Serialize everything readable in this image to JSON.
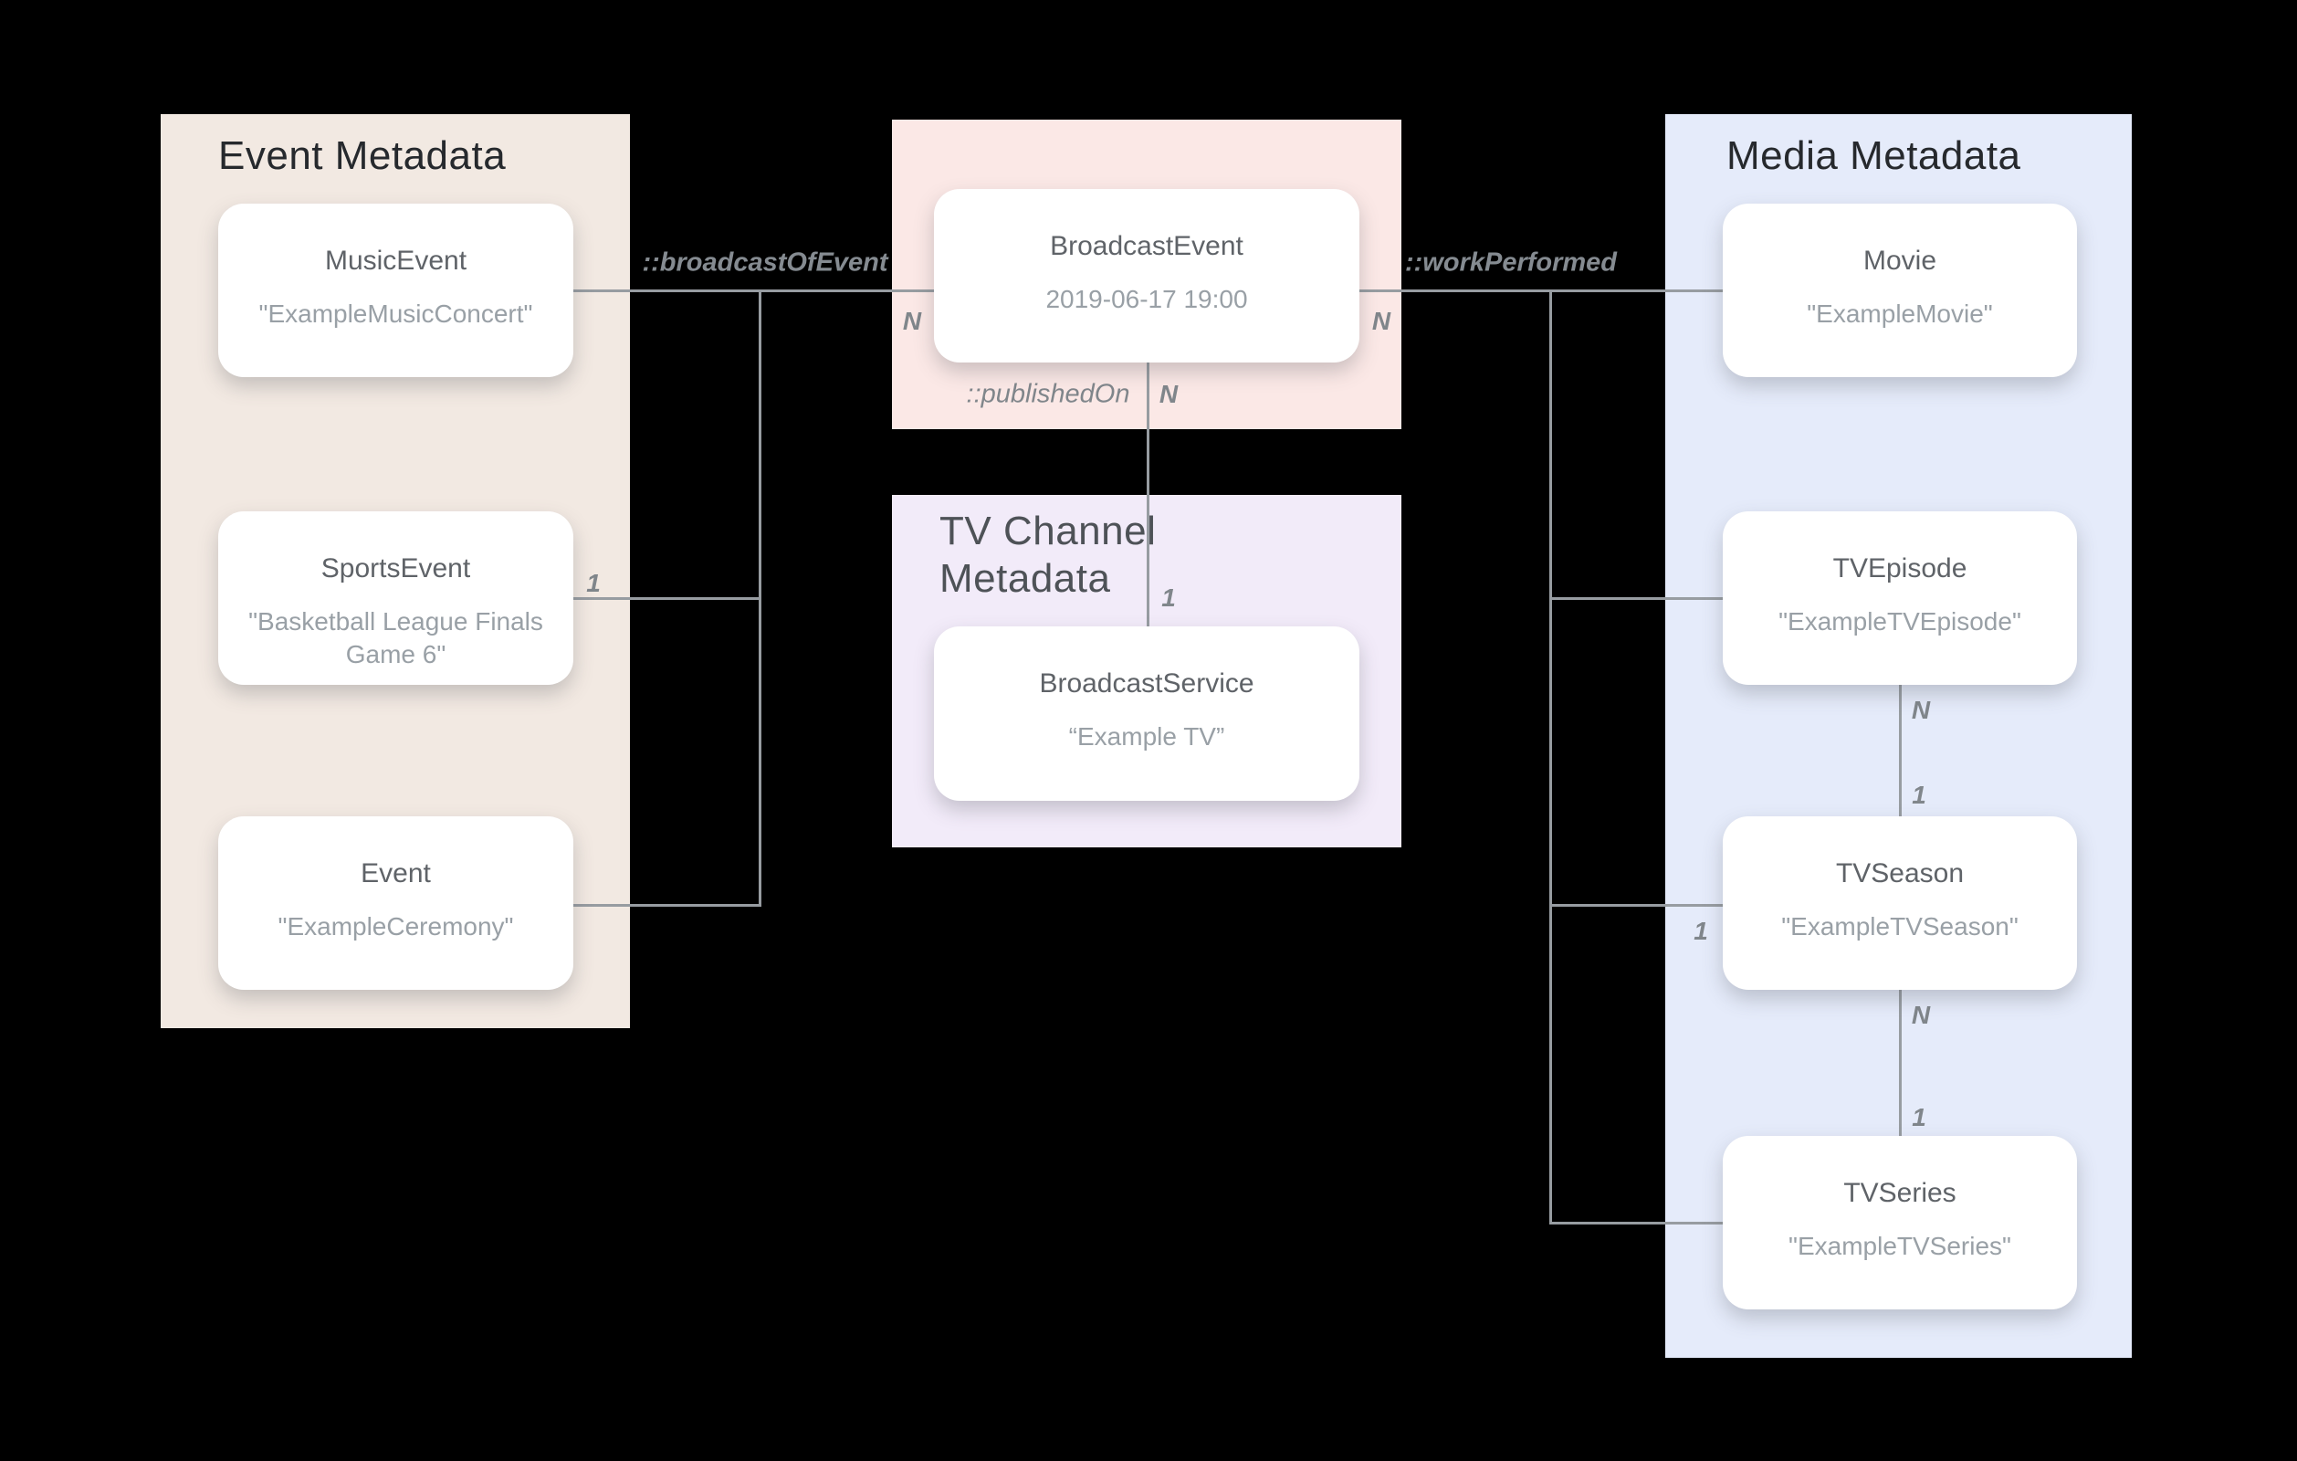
{
  "colors": {
    "background": "#000000",
    "event_panel": "#F2E9E2",
    "broadcast_panel": "#FBE8E6",
    "tv_channel_panel": "#F2EBF9",
    "media_panel": "#E5EBFA",
    "node_background": "#FFFFFF",
    "connector_line": "#979CA1",
    "panel_header_text": "#26292D",
    "node_title_text": "#5F6368",
    "node_subtitle_text": "#99A0A6",
    "edge_label_text": "#80868B"
  },
  "panels": {
    "event": {
      "title": "Event Metadata"
    },
    "tv_channel": {
      "title": "TV Channel Metadata"
    },
    "media": {
      "title": "Media Metadata"
    }
  },
  "nodes": {
    "music_event": {
      "title": "MusicEvent",
      "subtitle": "\"ExampleMusicConcert\""
    },
    "sports_event": {
      "title": "SportsEvent",
      "subtitle": "\"Basketball League Finals Game 6\""
    },
    "event": {
      "title": "Event",
      "subtitle": "\"ExampleCeremony\""
    },
    "broadcast_event": {
      "title": "BroadcastEvent",
      "subtitle": "2019-06-17 19:00"
    },
    "broadcast_service": {
      "title": "BroadcastService",
      "subtitle": "“Example TV”"
    },
    "movie": {
      "title": "Movie",
      "subtitle": "\"ExampleMovie\""
    },
    "tv_episode": {
      "title": "TVEpisode",
      "subtitle": "\"ExampleTVEpisode\""
    },
    "tv_season": {
      "title": "TVSeason",
      "subtitle": "\"ExampleTVSeason\""
    },
    "tv_series": {
      "title": "TVSeries",
      "subtitle": "\"ExampleTVSeries\""
    }
  },
  "edge_labels": {
    "broadcast_of_event": "::broadcastOfEvent",
    "work_performed": "::workPerformed",
    "published_on": "::publishedOn"
  },
  "cardinalities": {
    "broadcast_event_left_n": "N",
    "broadcast_event_right_n": "N",
    "published_on_n": "N",
    "sports_event_1": "1",
    "broadcast_service_1": "1",
    "tv_episode_n": "N",
    "tv_season_top_1": "1",
    "tv_season_branch_1": "1",
    "tv_season_bottom_n": "N",
    "tv_series_1": "1"
  }
}
